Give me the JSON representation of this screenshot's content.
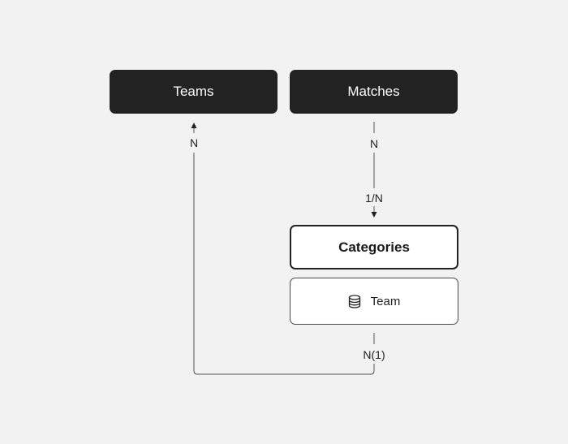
{
  "nodes": {
    "teams": {
      "label": "Teams"
    },
    "matches": {
      "label": "Matches"
    },
    "categories": {
      "label": "Categories"
    },
    "team_field": {
      "label": "Team",
      "icon": "database-icon"
    }
  },
  "edges": {
    "matches_to_categories": {
      "source_label": "N",
      "target_label": "1/N"
    },
    "team_to_teams": {
      "source_label": "N(1)",
      "target_label": "N"
    }
  },
  "colors": {
    "background": "#f2f2f2",
    "dark_node": "#222222",
    "line": "#555555"
  }
}
